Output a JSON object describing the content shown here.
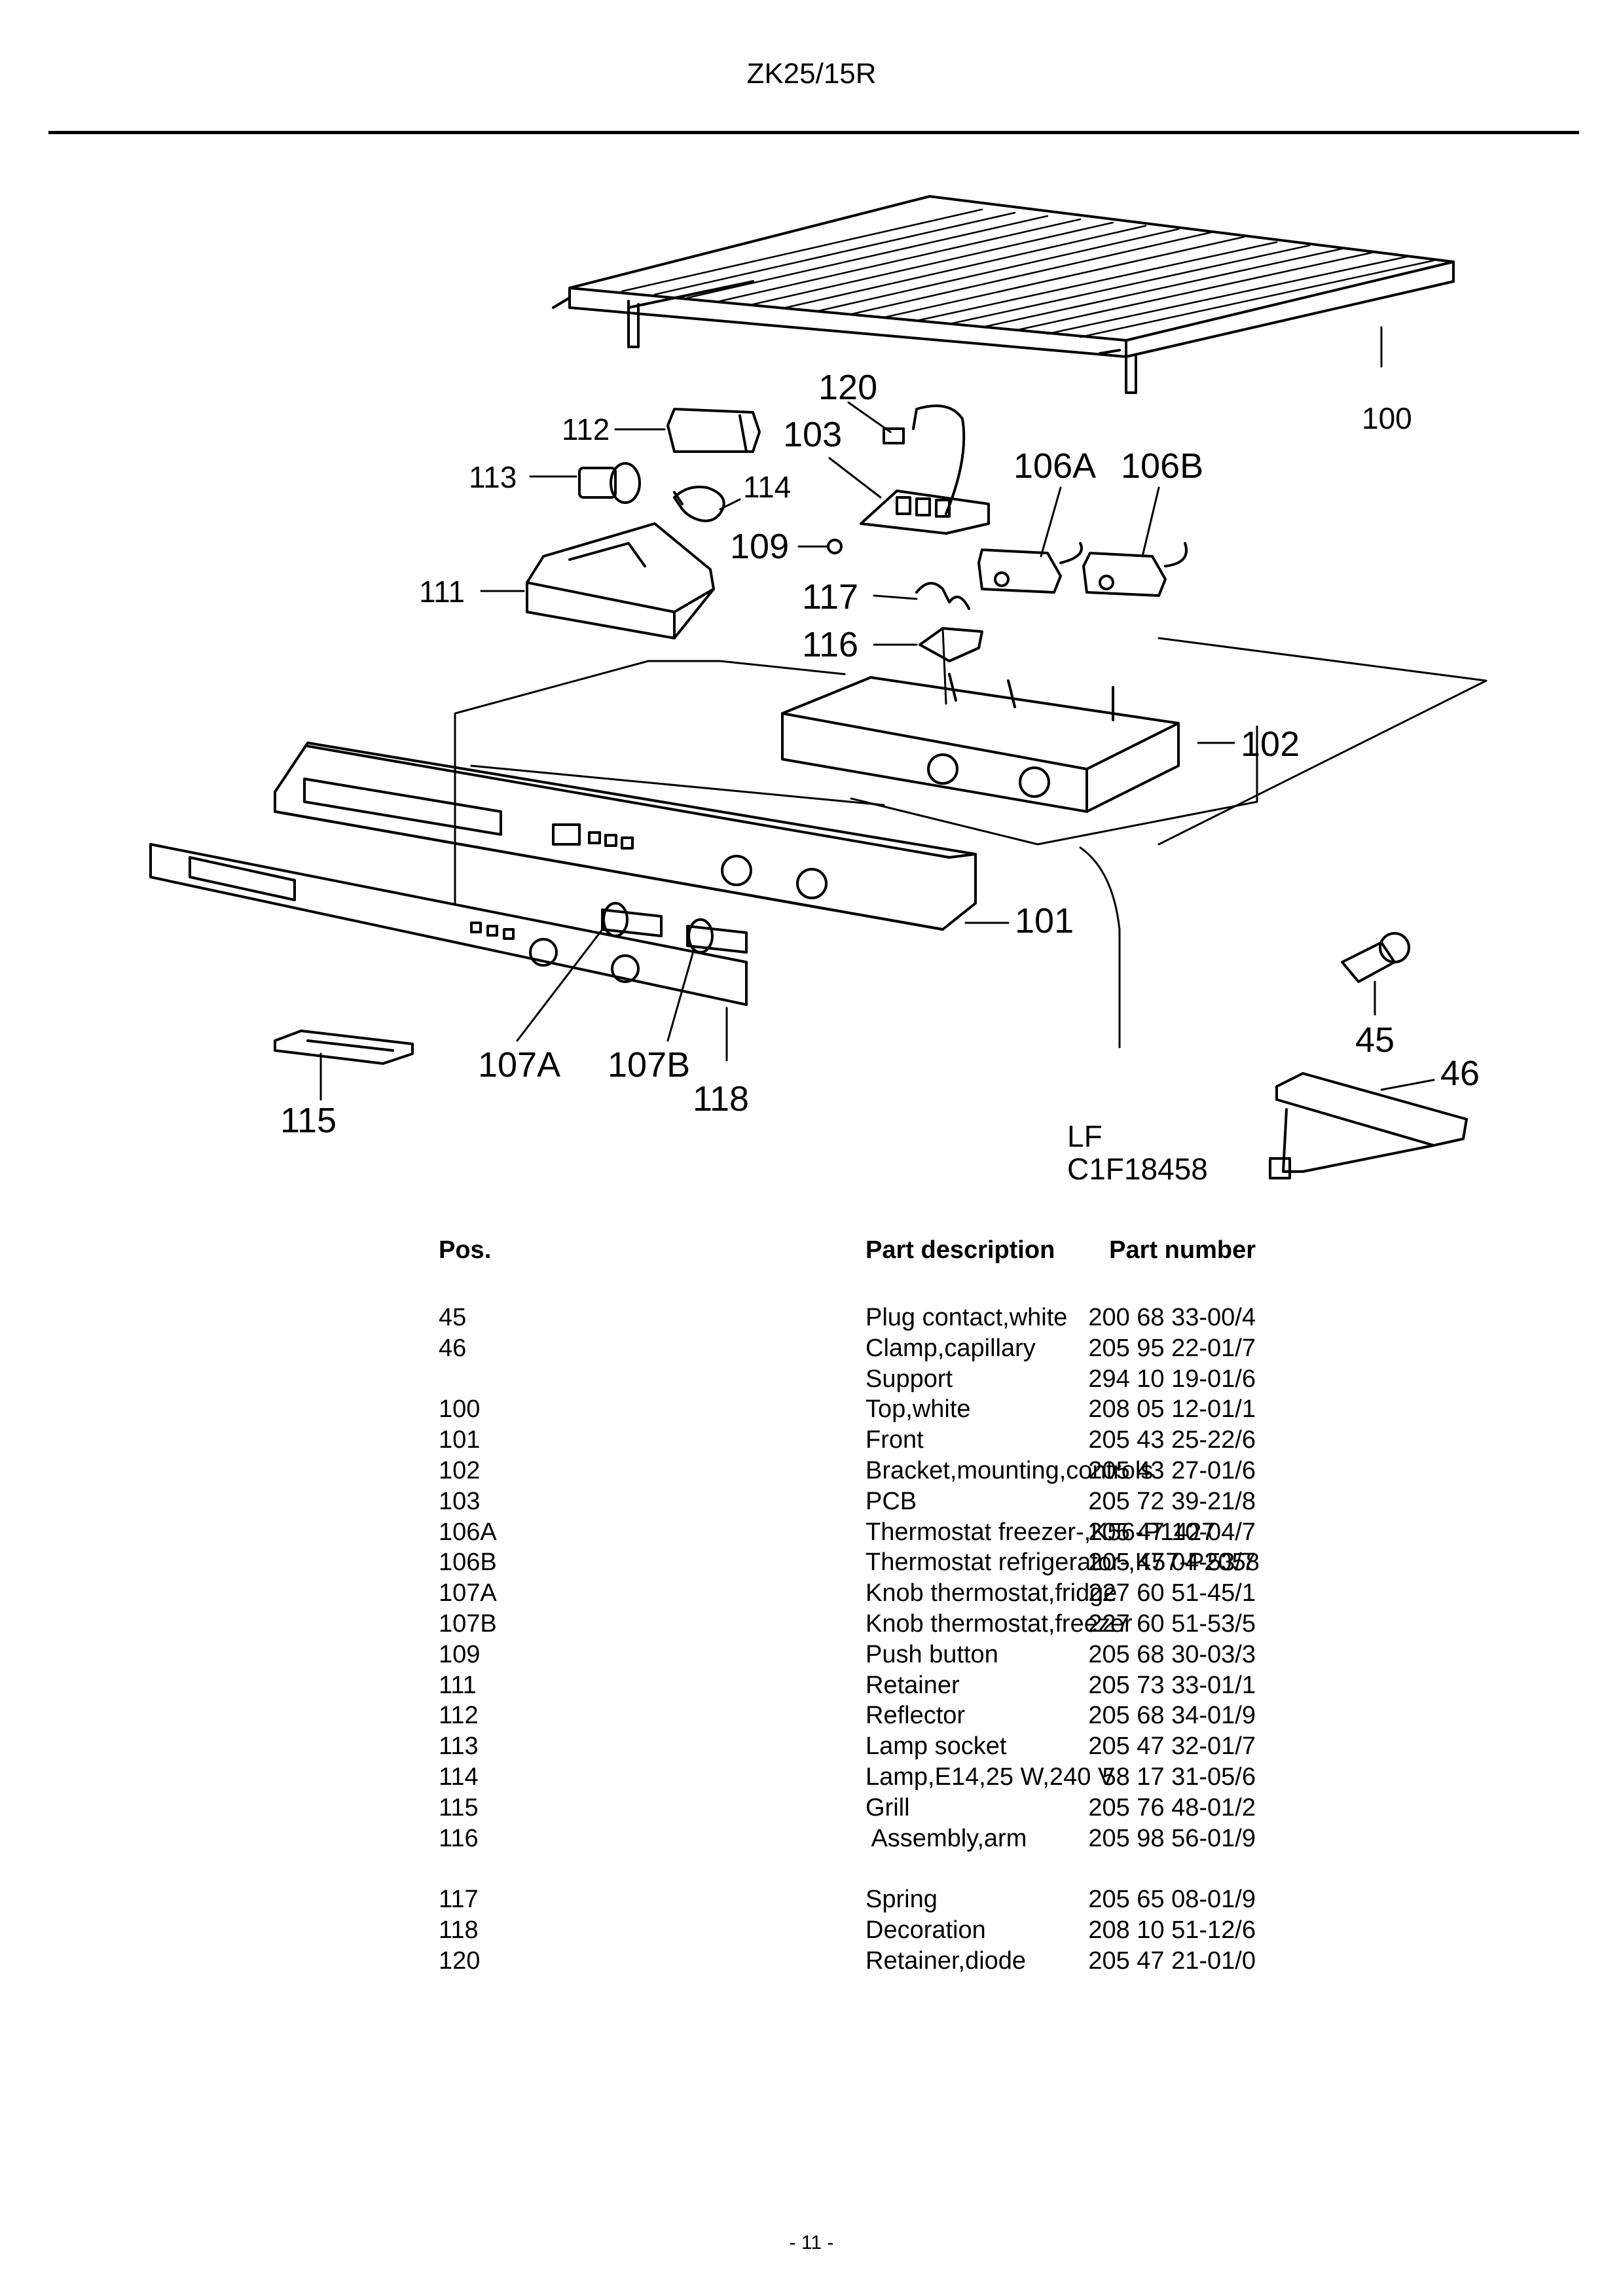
{
  "header": {
    "title": "ZK25/15R"
  },
  "diagram": {
    "callouts": {
      "c100": "100",
      "c120": "120",
      "c112": "112",
      "c103": "103",
      "c113": "113",
      "c114": "114",
      "c106A": "106A",
      "c106B": "106B",
      "c109": "109",
      "c111": "111",
      "c117": "117",
      "c116": "116",
      "c102": "102",
      "c101": "101",
      "c45": "45",
      "c46": "46",
      "c107A": "107A",
      "c107B": "107B",
      "c118": "118",
      "c115": "115"
    },
    "drawing_code_line1": "LF",
    "drawing_code_line2": "C1F18458"
  },
  "table": {
    "headers": {
      "pos": "Pos.",
      "part_number": "Part number",
      "description": "Part description"
    },
    "rows": [
      {
        "pos": "45",
        "part_number": "200 68 33-00/4",
        "description": "Plug contact,white"
      },
      {
        "pos": "46",
        "part_number": "205 95 22-01/7",
        "description": "Clamp,capillary"
      },
      {
        "pos": "",
        "part_number": "294 10 19-01/6",
        "description": "Support"
      },
      {
        "pos": "100",
        "part_number": "208 05 12-01/1",
        "description": "Top,white"
      },
      {
        "pos": "101",
        "part_number": "205 43 25-22/6",
        "description": "Front"
      },
      {
        "pos": "102",
        "part_number": "205 43 27-01/6",
        "description": "Bracket,mounting,controls"
      },
      {
        "pos": "103",
        "part_number": "205 72 39-21/8",
        "description": "PCB"
      },
      {
        "pos": "106A",
        "part_number": "205 47 10-04/7",
        "description": "Thermostat freezer-,K56-P1427"
      },
      {
        "pos": "106B",
        "part_number": "205 47 04-53/7",
        "description": "Thermostat refrigerator-,K57-P2058"
      },
      {
        "pos": "107A",
        "part_number": "227 60 51-45/1",
        "description": "Knob thermostat,fridge"
      },
      {
        "pos": "107B",
        "part_number": "227 60 51-53/5",
        "description": "Knob thermostat,freezer"
      },
      {
        "pos": "109",
        "part_number": "205 68 30-03/3",
        "description": "Push button"
      },
      {
        "pos": "111",
        "part_number": "205 73 33-01/1",
        "description": "Retainer"
      },
      {
        "pos": "112",
        "part_number": "205 68 34-01/9",
        "description": "Reflector"
      },
      {
        "pos": "113",
        "part_number": "205 47 32-01/7",
        "description": "Lamp socket"
      },
      {
        "pos": "114",
        "part_number": "58 17 31-05/6",
        "description": "Lamp,E14,25 W,240 V"
      },
      {
        "pos": "115",
        "part_number": "205 76 48-01/2",
        "description": "Grill"
      },
      {
        "pos": "116",
        "part_number": "205 98 56-01/9",
        "description": " Assembly,arm"
      },
      {
        "pos": "117",
        "part_number": "205 65 08-01/9",
        "description": "Spring"
      },
      {
        "pos": "118",
        "part_number": "208 10 51-12/6",
        "description": "Decoration"
      },
      {
        "pos": "120",
        "part_number": "205 47 21-01/0",
        "description": "Retainer,diode"
      }
    ]
  },
  "footer": {
    "page_number": "- 11 -"
  }
}
